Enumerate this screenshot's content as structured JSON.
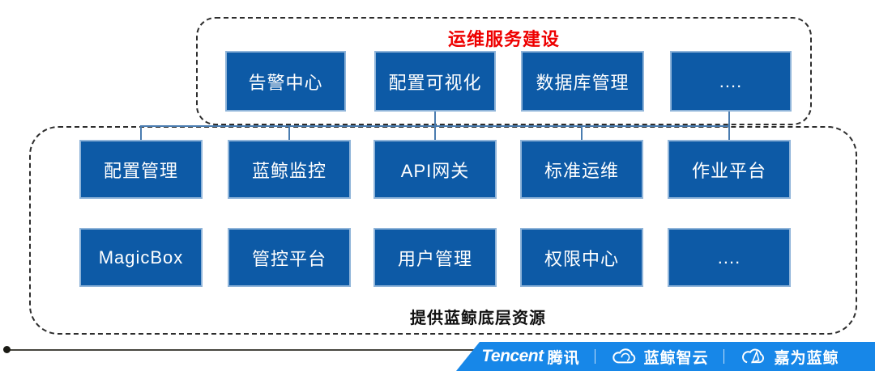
{
  "top_group": {
    "title": "运维服务建设",
    "boxes": [
      {
        "label": "告警中心"
      },
      {
        "label": "配置可视化"
      },
      {
        "label": "数据库管理"
      },
      {
        "label": "...."
      }
    ]
  },
  "platform_group": {
    "caption": "提供蓝鲸底层资源",
    "row1": [
      {
        "label": "配置管理"
      },
      {
        "label": "蓝鲸监控"
      },
      {
        "label": "API网关"
      },
      {
        "label": "标准运维"
      },
      {
        "label": "作业平台"
      }
    ],
    "row2": [
      {
        "label": "MagicBox"
      },
      {
        "label": "管控平台"
      },
      {
        "label": "用户管理"
      },
      {
        "label": "权限中心"
      },
      {
        "label": "...."
      }
    ]
  },
  "footer": {
    "tencent_label": "Tencent",
    "tencent_cn": "腾讯",
    "separator": "｜",
    "blueking_label": "蓝鲸智云",
    "jiawei_label": "嘉为蓝鲸"
  },
  "colors": {
    "node_blue": "#0d5aa6",
    "node_border": "#8fb4d9",
    "banner_blue": "#1787e8",
    "title_red": "#ee0000",
    "connector": "#4a7cb0"
  }
}
